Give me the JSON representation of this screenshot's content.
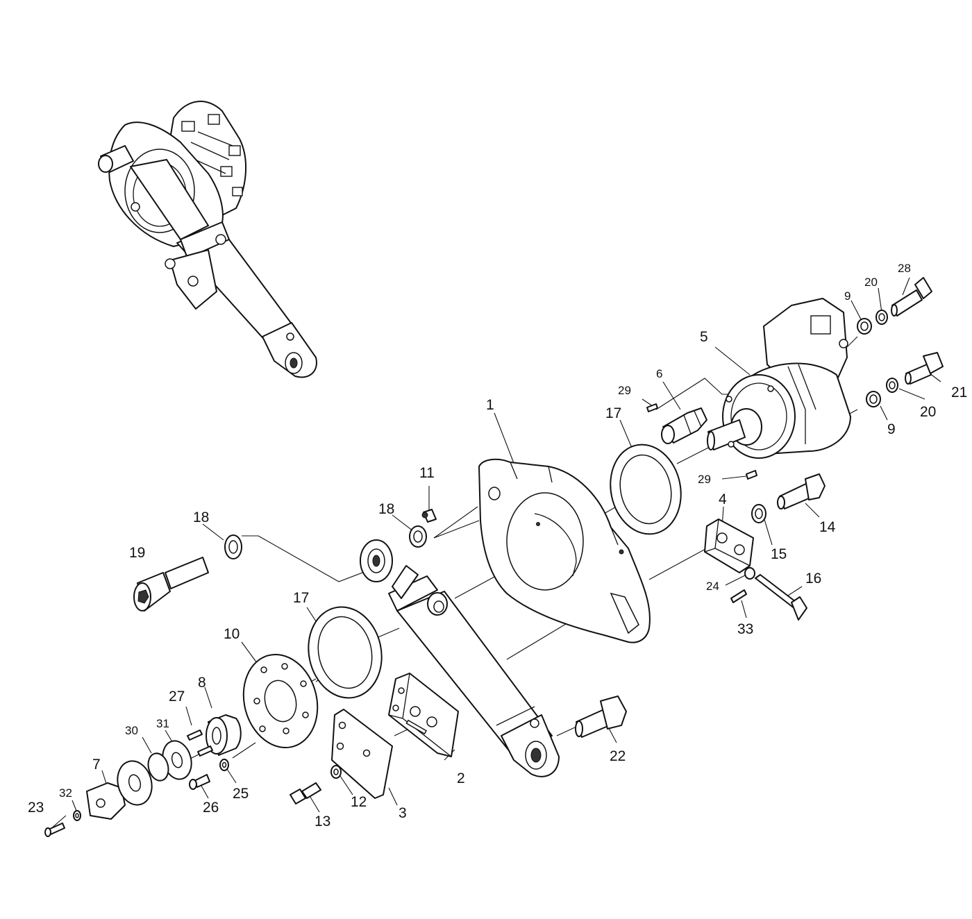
{
  "diagram": {
    "callouts": [
      {
        "id": "1",
        "text": "1"
      },
      {
        "id": "2",
        "text": "2"
      },
      {
        "id": "3",
        "text": "3"
      },
      {
        "id": "4",
        "text": "4"
      },
      {
        "id": "5",
        "text": "5"
      },
      {
        "id": "6",
        "text": "6"
      },
      {
        "id": "7",
        "text": "7"
      },
      {
        "id": "8",
        "text": "8"
      },
      {
        "id": "9a",
        "text": "9"
      },
      {
        "id": "9b",
        "text": "9"
      },
      {
        "id": "10",
        "text": "10"
      },
      {
        "id": "11",
        "text": "11"
      },
      {
        "id": "12",
        "text": "12"
      },
      {
        "id": "13",
        "text": "13"
      },
      {
        "id": "14",
        "text": "14"
      },
      {
        "id": "15",
        "text": "15"
      },
      {
        "id": "16",
        "text": "16"
      },
      {
        "id": "17a",
        "text": "17"
      },
      {
        "id": "17b",
        "text": "17"
      },
      {
        "id": "18a",
        "text": "18"
      },
      {
        "id": "18b",
        "text": "18"
      },
      {
        "id": "19",
        "text": "19"
      },
      {
        "id": "20a",
        "text": "20"
      },
      {
        "id": "20b",
        "text": "20"
      },
      {
        "id": "21",
        "text": "21"
      },
      {
        "id": "22",
        "text": "22"
      },
      {
        "id": "23",
        "text": "23"
      },
      {
        "id": "24",
        "text": "24"
      },
      {
        "id": "25",
        "text": "25"
      },
      {
        "id": "26",
        "text": "26"
      },
      {
        "id": "27",
        "text": "27"
      },
      {
        "id": "28",
        "text": "28"
      },
      {
        "id": "29a",
        "text": "29"
      },
      {
        "id": "29b",
        "text": "29"
      },
      {
        "id": "30",
        "text": "30"
      },
      {
        "id": "31",
        "text": "31"
      },
      {
        "id": "32",
        "text": "32"
      },
      {
        "id": "33",
        "text": "33"
      }
    ]
  }
}
